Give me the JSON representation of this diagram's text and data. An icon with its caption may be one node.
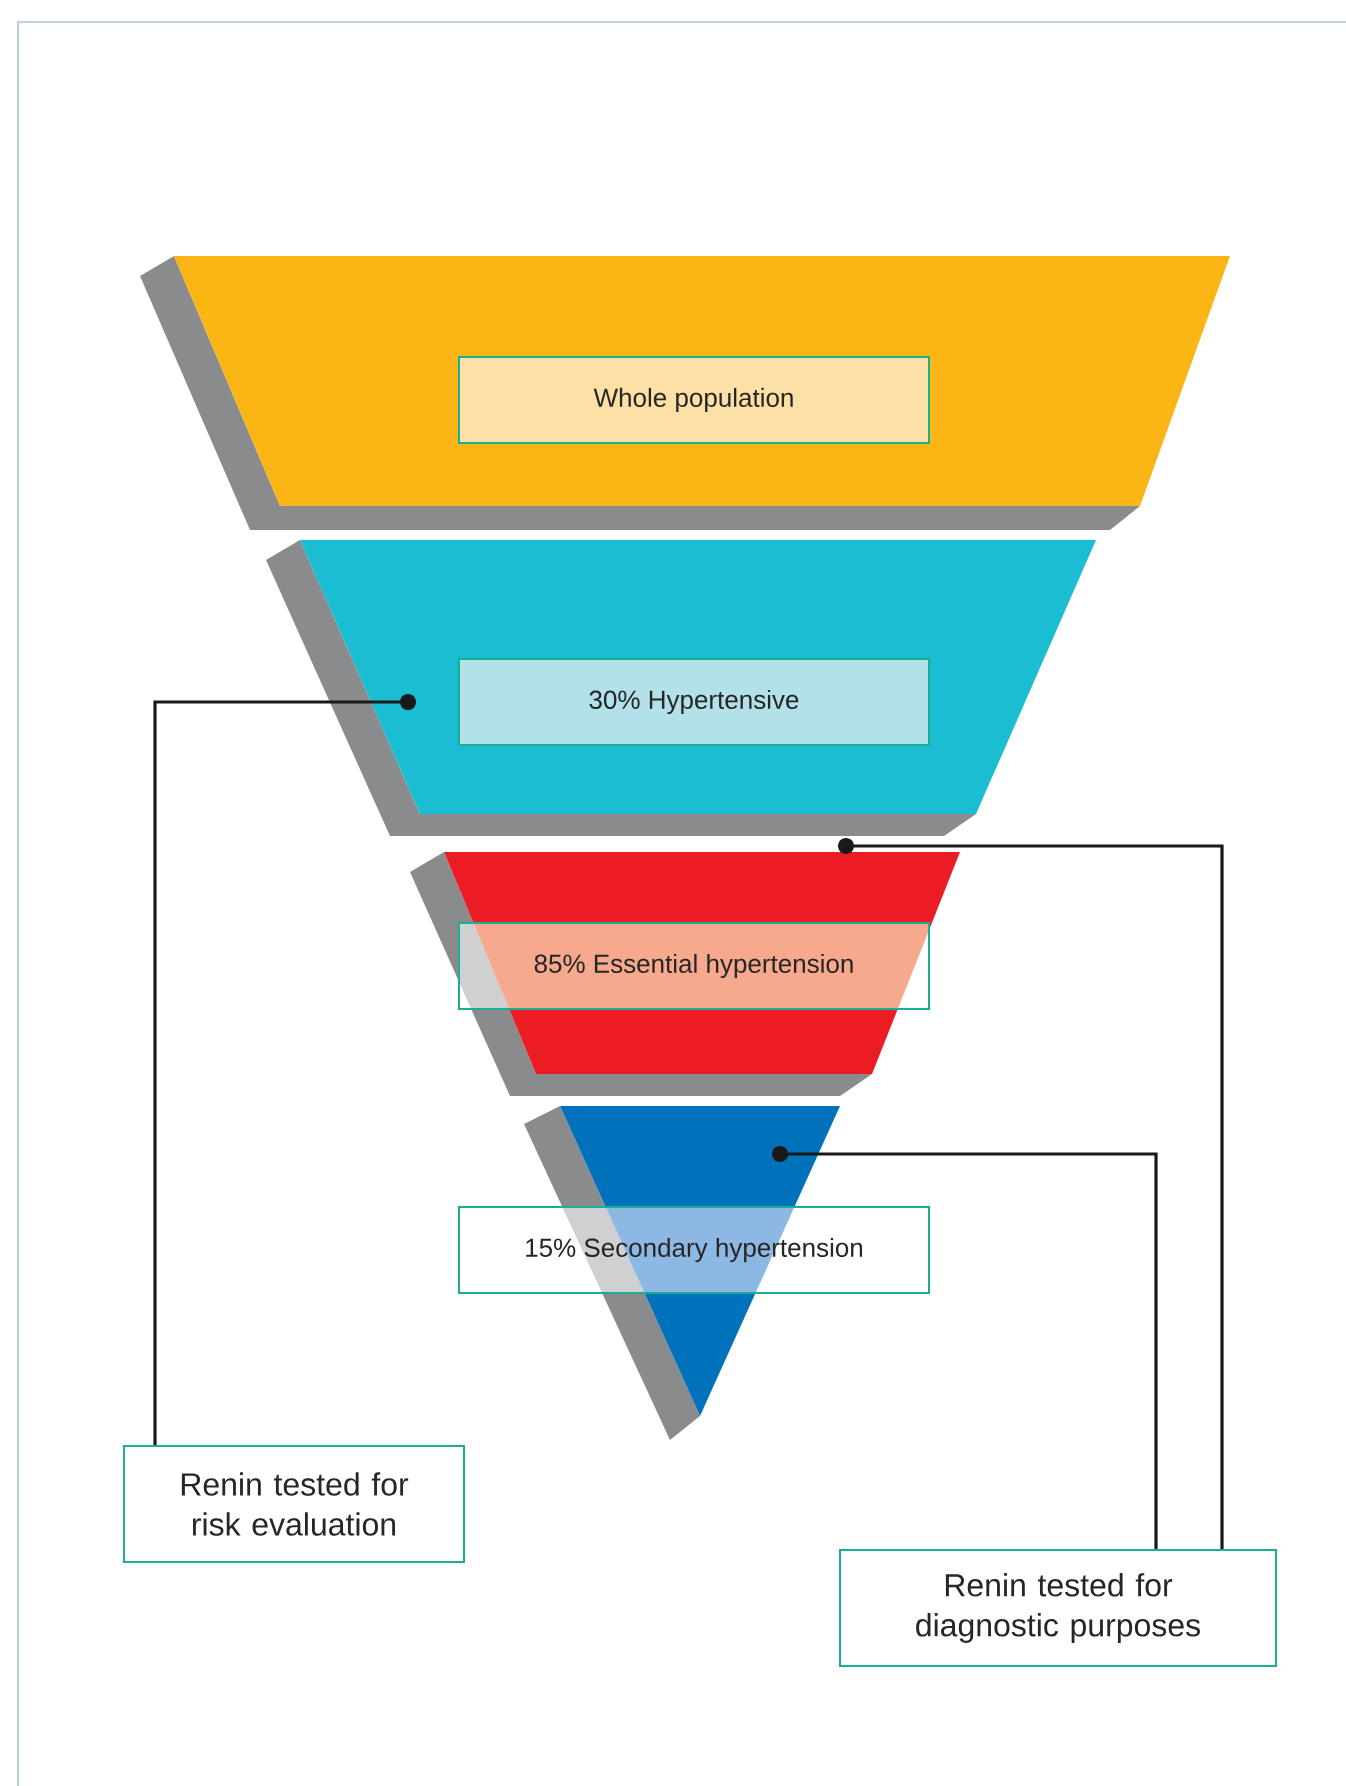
{
  "diagram": {
    "nodes": [
      {
        "text": [
          "Whole population"
        ]
      },
      {
        "text": [
          "30% Hypertensive"
        ]
      },
      {
        "text": [
          "85% Essential hypertension"
        ]
      },
      {
        "text": [
          "15% Secondary hypertension"
        ]
      },
      {
        "text": [
          "Renin tested for risk evaluation"
        ]
      },
      {
        "text": [
          "Renin tested for diagnostic purposes"
        ]
      }
    ],
    "edges": [
      {
        "from": 4,
        "to": 1,
        "arrow": "other"
      },
      {
        "from": 5,
        "to": 2,
        "arrow": "other"
      },
      {
        "from": 5,
        "to": 3,
        "arrow": "other"
      }
    ]
  }
}
